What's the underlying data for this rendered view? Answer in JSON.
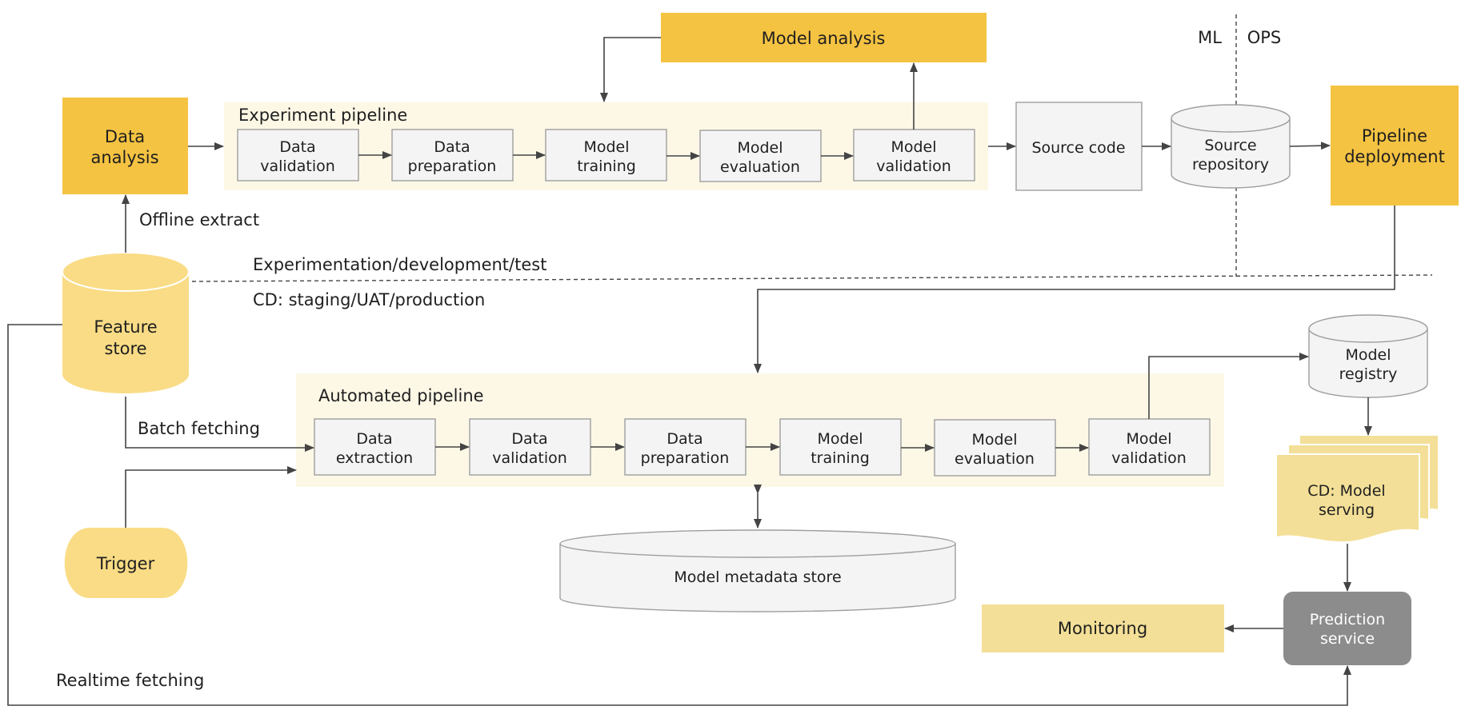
{
  "labels": {
    "model_analysis": "Model analysis",
    "ml": "ML",
    "ops": "OPS",
    "data_analysis": [
      "Data",
      "analysis"
    ],
    "experiment_pipeline": "Experiment pipeline",
    "exp_steps": [
      [
        "Data",
        "validation"
      ],
      [
        "Data",
        "preparation"
      ],
      [
        "Model",
        "training"
      ],
      [
        "Model",
        "evaluation"
      ],
      [
        "Model",
        "validation"
      ]
    ],
    "source_code": "Source code",
    "source_repository": [
      "Source",
      "repository"
    ],
    "pipeline_deployment": [
      "Pipeline",
      "deployment"
    ],
    "offline_extract": "Offline extract",
    "experimentation_zone": "Experimentation/development/test",
    "cd_zone": "CD: staging/UAT/production",
    "feature_store": [
      "Feature",
      "store"
    ],
    "automated_pipeline": "Automated pipeline",
    "auto_steps": [
      [
        "Data",
        "extraction"
      ],
      [
        "Data",
        "validation"
      ],
      [
        "Data",
        "preparation"
      ],
      [
        "Model",
        "training"
      ],
      [
        "Model",
        "evaluation"
      ],
      [
        "Model",
        "validation"
      ]
    ],
    "batch_fetching": "Batch fetching",
    "trigger": "Trigger",
    "model_metadata_store": "Model metadata store",
    "model_registry": [
      "Model",
      "registry"
    ],
    "cd_model_serving": [
      "CD: Model",
      "serving"
    ],
    "prediction_service": [
      "Prediction",
      "service"
    ],
    "monitoring": "Monitoring",
    "realtime_fetching": "Realtime fetching"
  },
  "colors": {
    "accent_yellow": "#f5c342",
    "light_yellow": "#f9dc85",
    "pale_yellow": "#f3df97",
    "pipeline_bg": "#fdf8e6",
    "gray_box": "#f4f4f4",
    "prediction_gray": "#8c8c8c"
  }
}
